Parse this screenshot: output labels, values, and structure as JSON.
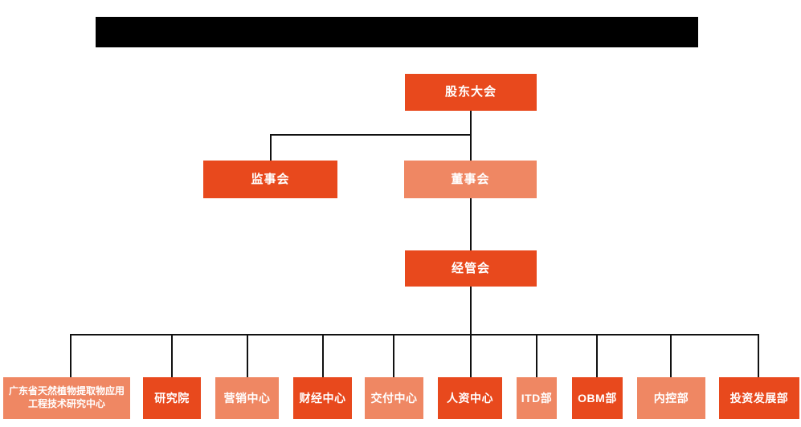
{
  "colors": {
    "box_primary": "#E8491D",
    "box_secondary": "#EF8763",
    "connector": "#111111",
    "redaction_bar": "#000000",
    "box_text": "#FFFFFF",
    "background": "#FFFFFF"
  },
  "title_bar": {
    "redacted": true,
    "text": ""
  },
  "org_chart": {
    "nodes": {
      "shareholders_meeting": {
        "label": "股东大会",
        "variant": "primary"
      },
      "supervisory_board": {
        "label": "监事会",
        "variant": "primary"
      },
      "board_of_directors": {
        "label": "董事会",
        "variant": "secondary"
      },
      "management_committee": {
        "label": "经管会",
        "variant": "primary"
      },
      "departments": [
        {
          "label": "广东省天然植物提取物应用工程技术研究中心",
          "variant": "secondary"
        },
        {
          "label": "研究院",
          "variant": "primary"
        },
        {
          "label": "营销中心",
          "variant": "secondary"
        },
        {
          "label": "财经中心",
          "variant": "primary"
        },
        {
          "label": "交付中心",
          "variant": "secondary"
        },
        {
          "label": "人资中心",
          "variant": "primary"
        },
        {
          "label": "ITD部",
          "variant": "secondary"
        },
        {
          "label": "OBM部",
          "variant": "primary"
        },
        {
          "label": "内控部",
          "variant": "secondary"
        },
        {
          "label": "投资发展部",
          "variant": "primary"
        }
      ]
    },
    "edges": [
      [
        "股东大会",
        "监事会"
      ],
      [
        "股东大会",
        "董事会"
      ],
      [
        "董事会",
        "经管会"
      ],
      [
        "经管会",
        "广东省天然植物提取物应用工程技术研究中心"
      ],
      [
        "经管会",
        "研究院"
      ],
      [
        "经管会",
        "营销中心"
      ],
      [
        "经管会",
        "财经中心"
      ],
      [
        "经管会",
        "交付中心"
      ],
      [
        "经管会",
        "人资中心"
      ],
      [
        "经管会",
        "ITD部"
      ],
      [
        "经管会",
        "OBM部"
      ],
      [
        "经管会",
        "内控部"
      ],
      [
        "经管会",
        "投资发展部"
      ]
    ]
  }
}
